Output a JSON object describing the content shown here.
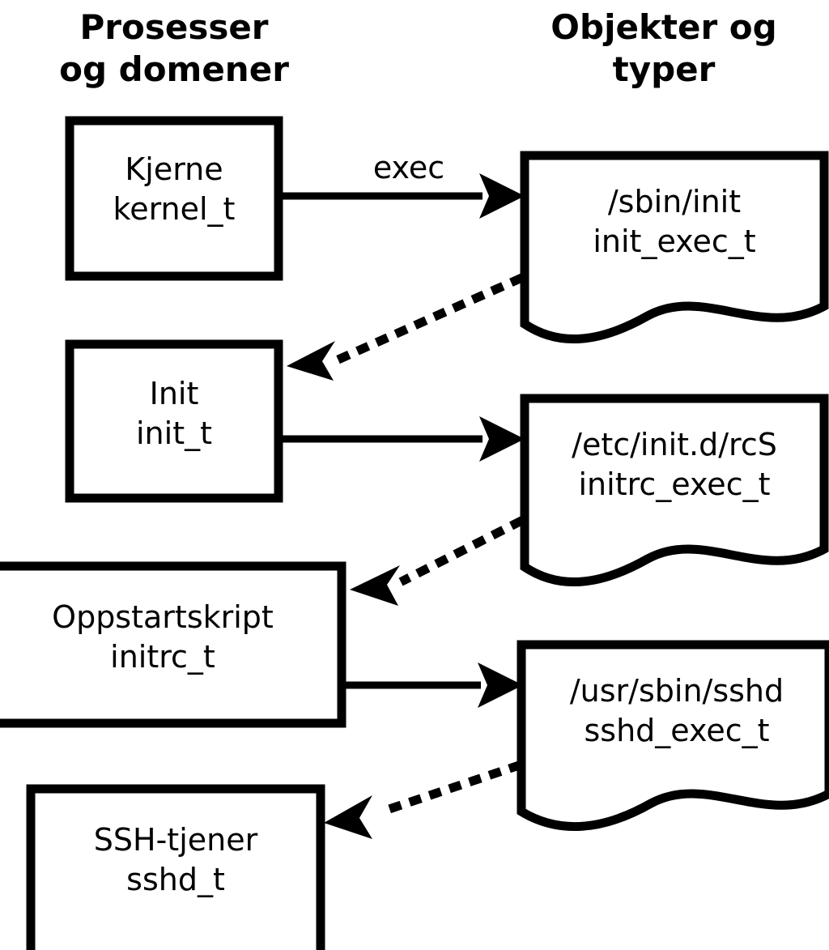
{
  "diagram": {
    "title_left": "Prosesser\nog domener",
    "title_right": "Objekter og\ntyper",
    "stroke_color": "#000000",
    "background_color": "#ffffff",
    "process_nodes": [
      {
        "id": "kernel",
        "label": "Kjerne\nkernel_t"
      },
      {
        "id": "init",
        "label": "Init\ninit_t"
      },
      {
        "id": "initrc",
        "label": "Oppstartskript\ninitrc_t"
      },
      {
        "id": "sshd",
        "label": "SSH-tjener\nsshd_t"
      }
    ],
    "object_nodes": [
      {
        "id": "init_exec",
        "label": "/sbin/init\ninit_exec_t"
      },
      {
        "id": "initrc_exec",
        "label": "/etc/init.d/rcS\ninitrc_exec_t"
      },
      {
        "id": "sshd_exec",
        "label": "/usr/sbin/sshd\nsshd_exec_t"
      }
    ],
    "edges": [
      {
        "id": "kernel-to-init_exec",
        "from": "kernel",
        "to": "init_exec",
        "style": "solid",
        "label": "exec"
      },
      {
        "id": "init_exec-to-init",
        "from": "init_exec",
        "to": "init",
        "style": "dotted",
        "label": ""
      },
      {
        "id": "init-to-initrc_exec",
        "from": "init",
        "to": "initrc_exec",
        "style": "solid",
        "label": ""
      },
      {
        "id": "initrc_exec-to-initrc",
        "from": "initrc_exec",
        "to": "initrc",
        "style": "dotted",
        "label": ""
      },
      {
        "id": "initrc-to-sshd_exec",
        "from": "initrc",
        "to": "sshd_exec",
        "style": "solid",
        "label": ""
      },
      {
        "id": "sshd_exec-to-sshd",
        "from": "sshd_exec",
        "to": "sshd",
        "style": "dotted",
        "label": ""
      }
    ]
  }
}
